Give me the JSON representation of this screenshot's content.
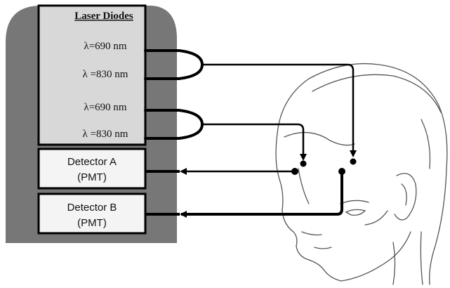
{
  "colors": {
    "panel_background": "#777777",
    "laser_box_fill": "#d8d8d8",
    "detector_box_fill": "#f4f4f4",
    "line_color": "#000000",
    "sketch_color": "#555555"
  },
  "laser_diodes": {
    "title": "Laser Diodes",
    "wavelengths": [
      {
        "label": "λ=690 nm"
      },
      {
        "label": "λ =830 nm"
      },
      {
        "label": "λ=690 nm"
      },
      {
        "label": "λ =830 nm"
      }
    ]
  },
  "detectors": [
    {
      "name": "Detector A",
      "type": "(PMT)"
    },
    {
      "name": "Detector  B",
      "type": "(PMT)"
    }
  ],
  "head": {
    "icon": "head-sketch-icon"
  }
}
